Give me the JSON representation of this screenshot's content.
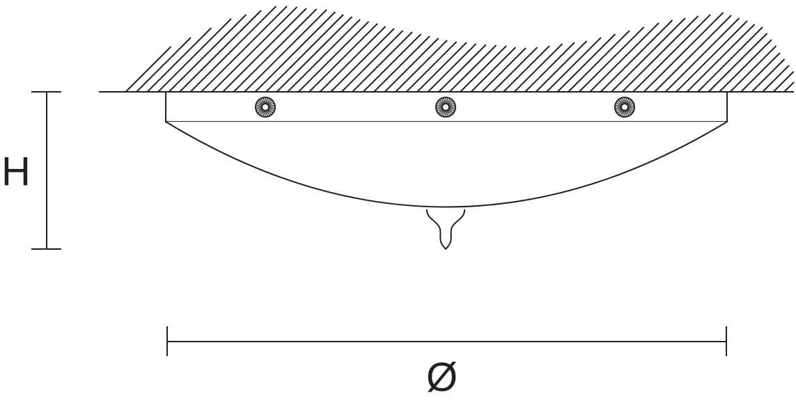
{
  "dimensions": {
    "height_label": "H",
    "diameter_label": "Ø"
  },
  "colors": {
    "line": "#231f20",
    "background": "#ffffff"
  },
  "components": {
    "ceiling": "hatched-ceiling",
    "canopy": "mounting-plate",
    "screws": 3,
    "shade": "bowl-shade",
    "finial": "drop-finial"
  }
}
